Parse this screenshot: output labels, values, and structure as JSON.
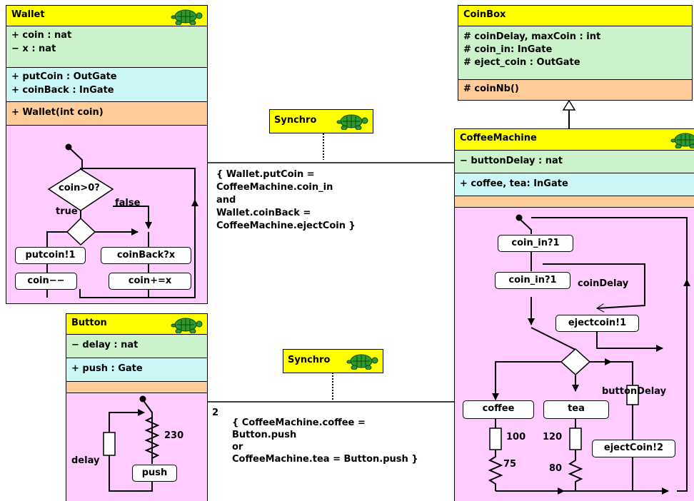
{
  "wallet": {
    "title": "Wallet",
    "attributes": [
      "+ coin : nat",
      "− x : nat"
    ],
    "gates": [
      "+ putCoin : OutGate",
      "+ coinBack : InGate"
    ],
    "methods": [
      "+ Wallet(int coin)"
    ],
    "behavior": {
      "condition": "coin>0?",
      "false_label": "false",
      "true_label": "true",
      "putcoin": "putcoin!1",
      "coinback": "coinBack?x",
      "dec": "coin−−",
      "inc": "coin+=x"
    }
  },
  "coinbox": {
    "title": "CoinBox",
    "attributes": [
      "# coinDelay, maxCoin : int",
      "# coin_in: InGate",
      "# eject_coin : OutGate"
    ],
    "methods": [
      "# coinNb()"
    ]
  },
  "coffee_machine": {
    "title": "CoffeeMachine",
    "attributes": [
      "− buttonDelay : nat"
    ],
    "gates": [
      "+ coffee, tea: InGate"
    ],
    "behavior": {
      "coin_in_1": "coin_in?1",
      "coin_in_2": "coin_in?1",
      "coin_delay": "coinDelay",
      "ejectcoin1": "ejectcoin!1",
      "coffee": "coffee",
      "tea": "tea",
      "button_delay": "buttonDelay",
      "d100": "100",
      "d120": "120",
      "d75": "75",
      "d80": "80",
      "ejectcoin2": "ejectCoin!2"
    }
  },
  "button": {
    "title": "Button",
    "attributes": [
      "− delay : nat"
    ],
    "gates": [
      "+ push : Gate"
    ],
    "behavior": {
      "delay": "delay",
      "d230": "230",
      "push": "push"
    }
  },
  "synchro1": {
    "title": "Synchro",
    "lines": [
      "{ Wallet.putCoin =",
      "CoffeeMachine.coin_in",
      "and",
      "Wallet.coinBack =",
      "CoffeeMachine.ejectCoin }"
    ]
  },
  "synchro2": {
    "title": "Synchro",
    "arity": "2",
    "lines": [
      "{ CoffeeMachine.coffee =",
      "Button.push",
      "or",
      "CoffeeMachine.tea = Button.push }"
    ]
  },
  "colors": {
    "header": "#ffff00",
    "attributes": "#ccf2cc",
    "gates": "#ccf7f7",
    "methods": "#ffcc99",
    "behavior": "#ffccff",
    "turtle": "#2e9a2e"
  }
}
